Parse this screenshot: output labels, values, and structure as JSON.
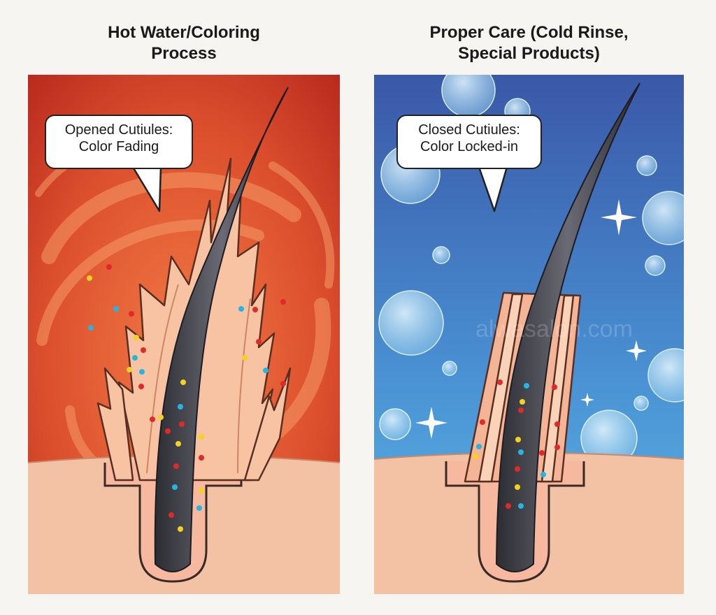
{
  "left_panel": {
    "title_lines": [
      "Hot Water/Coloring",
      "Process"
    ],
    "callout_lines": [
      "Opened Cutiules:",
      "Color Fading"
    ],
    "colors": {
      "background": "#d94a2a",
      "swirl": "#f08a55",
      "skin": "#f3c2a4"
    }
  },
  "right_panel": {
    "title_lines": [
      "Proper Care (Cold Rinse,",
      "Special Products)"
    ],
    "callout_lines": [
      "Closed Cutiules:",
      "Color Locked-in"
    ],
    "colors": {
      "background": "#3d7cc4",
      "bubble": "#a8d4ef",
      "skin": "#f3c2a4"
    }
  },
  "pigment_colors": {
    "red": "#e02a2a",
    "yellow": "#f4d21f",
    "cyan": "#25b5e0"
  },
  "watermark": "alwasalon.com"
}
